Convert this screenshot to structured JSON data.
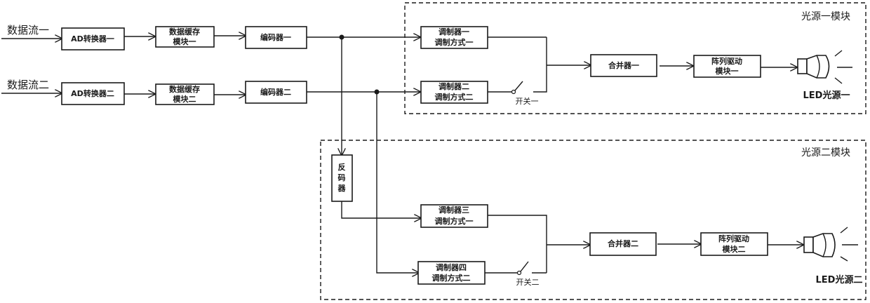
{
  "inputs": {
    "stream1": "数据流一",
    "stream2": "数据流二"
  },
  "path1": {
    "ad": "AD转换器一",
    "buffer_l1": "数据缓存",
    "buffer_l2": "模块一",
    "encoder": "编码器一"
  },
  "path2": {
    "ad": "AD转换器二",
    "buffer_l1": "数据缓存",
    "buffer_l2": "模块二",
    "encoder": "编码器二"
  },
  "module1": {
    "title": "光源一模块",
    "mod1_l1": "调制器一",
    "mod1_l2": "调制方式一",
    "mod2_l1": "调制器二",
    "mod2_l2": "调制方式二",
    "switch": "开关一",
    "combiner": "合并器一",
    "driver_l1": "阵列驱动",
    "driver_l2": "模块一",
    "led": "LED光源一"
  },
  "module2": {
    "title": "光源二模块",
    "inverter_chars": [
      "反",
      "码",
      "器"
    ],
    "mod3_l1": "调制器三",
    "mod3_l2": "调制方式一",
    "mod4_l1": "调制器四",
    "mod4_l2": "调制方式二",
    "switch": "开关二",
    "combiner": "合并器二",
    "driver_l1": "阵列驱动",
    "driver_l2": "模块二",
    "led": "LED光源二"
  }
}
